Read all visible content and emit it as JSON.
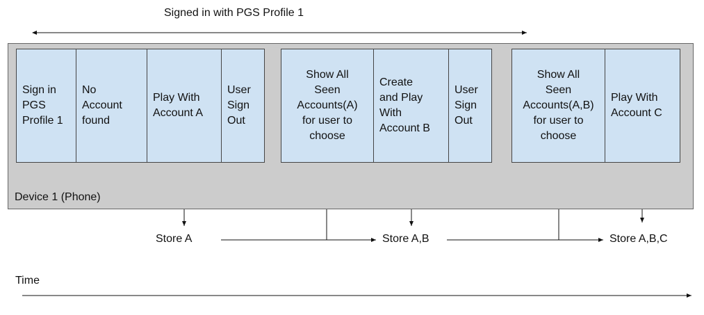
{
  "diagram": {
    "top_label": "Signed in with PGS Profile 1",
    "device_label": "Device 1 (Phone)",
    "groups": [
      {
        "cells": [
          {
            "text": "Sign in\nPGS\nProfile 1"
          },
          {
            "text": "No\nAccount\nfound"
          },
          {
            "text": "Play With\nAccount A"
          },
          {
            "text": "User\nSign\nOut"
          }
        ]
      },
      {
        "cells": [
          {
            "text": "Show All\nSeen\nAccounts(A)\nfor user to\nchoose"
          },
          {
            "text": "Create\nand Play\nWith\nAccount B"
          },
          {
            "text": "User\nSign\nOut"
          }
        ]
      },
      {
        "cells": [
          {
            "text": "Show All\nSeen\nAccounts(A,B)\nfor user to\nchoose"
          },
          {
            "text": "Play With\nAccount C"
          }
        ]
      }
    ],
    "stores": [
      "Store A",
      "Store A,B",
      "Store A,B,C"
    ],
    "time_label": "Time"
  }
}
